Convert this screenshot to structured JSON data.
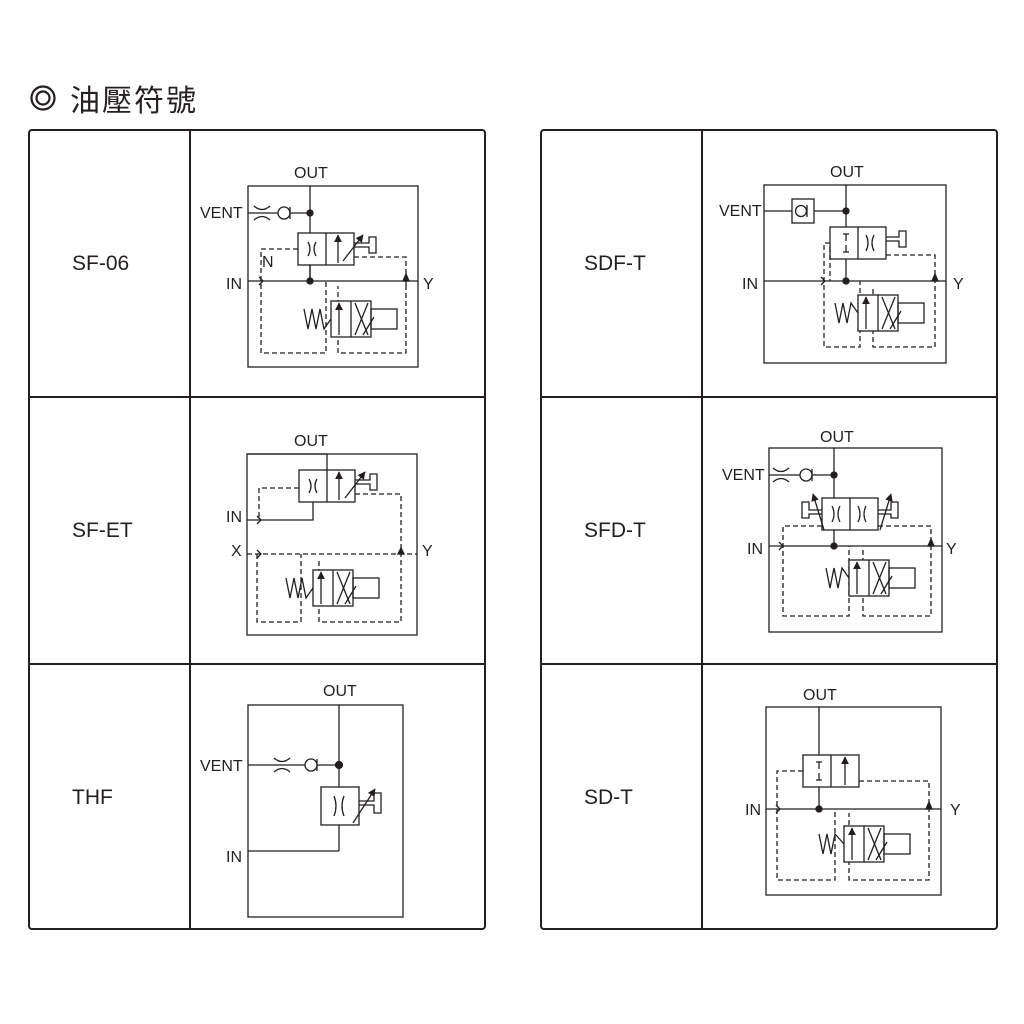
{
  "header": {
    "title": "油壓符號"
  },
  "symbols": {
    "sf06": {
      "model": "SF-06",
      "out": "OUT",
      "vent": "VENT",
      "in": "IN",
      "y": "Y",
      "n": "N"
    },
    "sfet": {
      "model": "SF-ET",
      "out": "OUT",
      "in": "IN",
      "x": "X",
      "y": "Y"
    },
    "thf": {
      "model": "THF",
      "out": "OUT",
      "vent": "VENT",
      "in": "IN"
    },
    "sdft": {
      "model": "SDF-T",
      "out": "OUT",
      "vent": "VENT",
      "in": "IN",
      "y": "Y"
    },
    "sfdt": {
      "model": "SFD-T",
      "out": "OUT",
      "vent": "VENT",
      "in": "IN",
      "y": "Y"
    },
    "sdt": {
      "model": "SD-T",
      "out": "OUT",
      "in": "IN",
      "y": "Y"
    }
  }
}
